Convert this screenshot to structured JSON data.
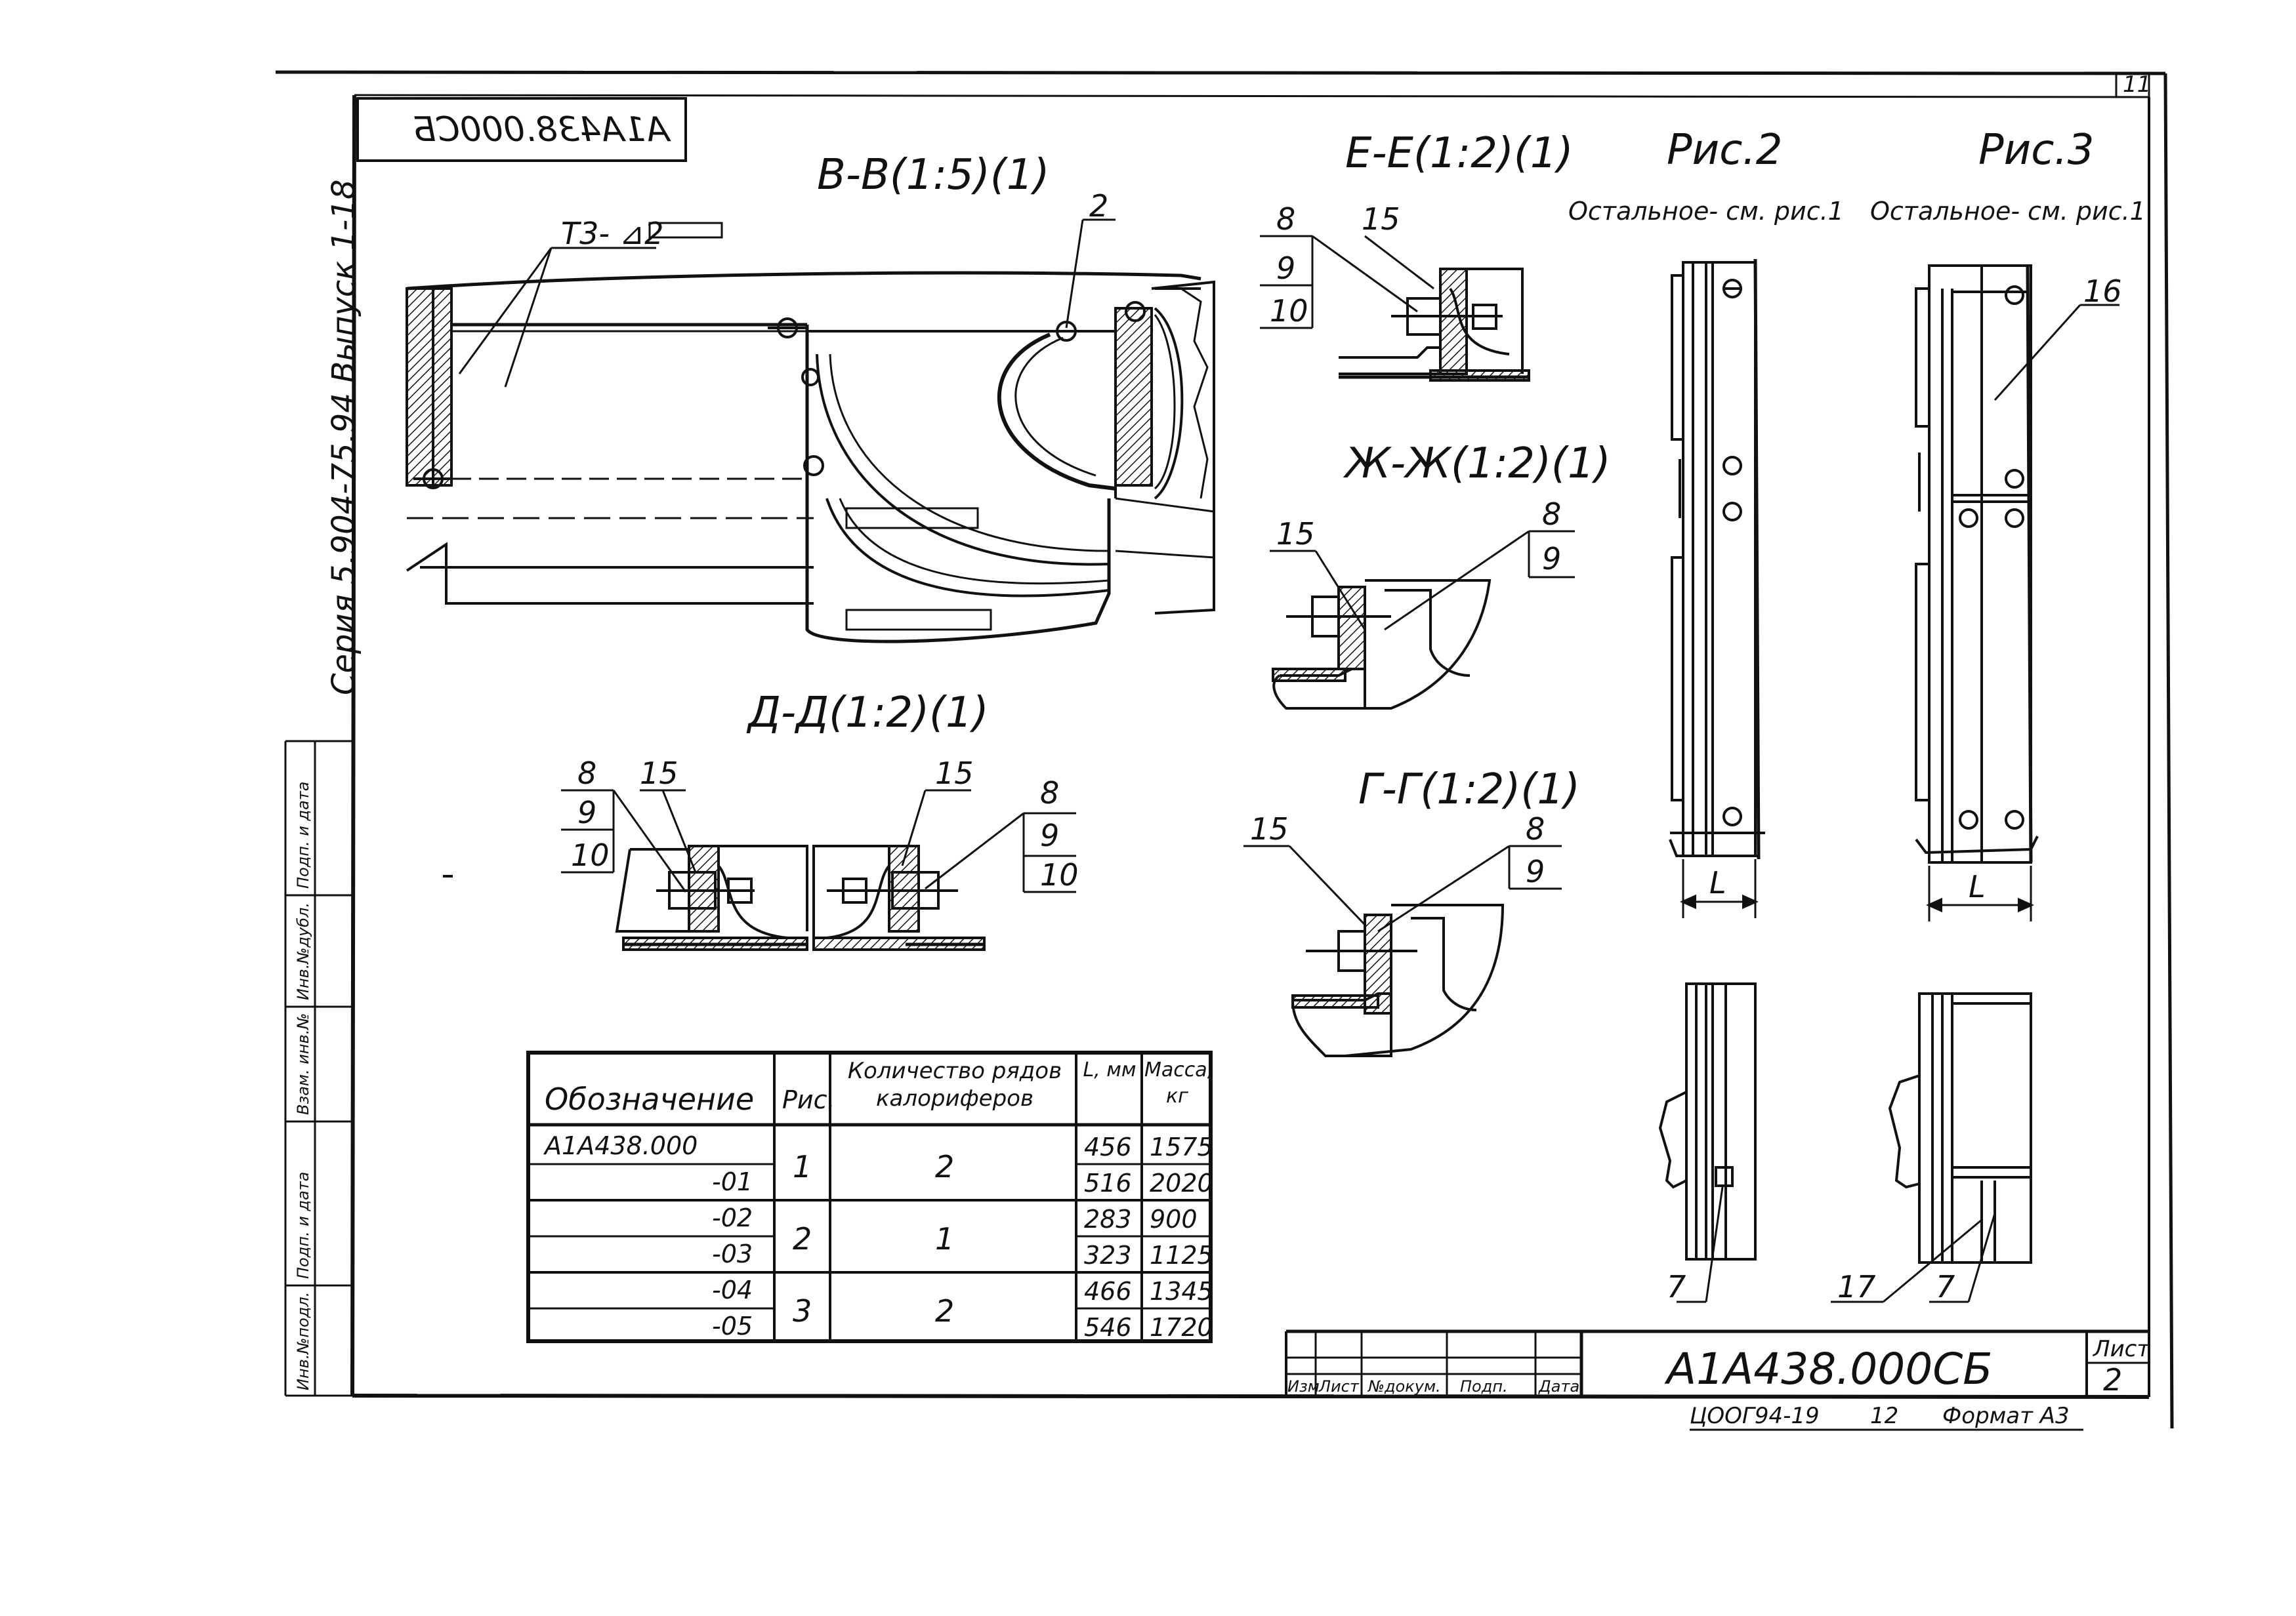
{
  "title_block_code": "А1А438.000СБ",
  "corner_code_mirrored": "А1А438.000СБ",
  "sheet_number": "2",
  "sheet_label": "Лист",
  "top_corner_number": "11",
  "series_text": "Серия 5.904-75.94 Выпуск 1-18",
  "weld_mark": "Т3- ⊿2",
  "footer": {
    "copy_code": "ЦООГ94-19",
    "copy_number": "12",
    "format": "Формат А3"
  },
  "sections": {
    "bb": "В-В(1:5)(1)",
    "dd": "Д-Д(1:2)(1)",
    "ee": "Е-Е(1:2)(1)",
    "zhzh": "Ж-Ж(1:2)(1)",
    "gg": "Г-Г(1:2)(1)"
  },
  "figures": {
    "fig2": "Рис.2",
    "fig3": "Рис.3",
    "fig2_note": "Остальное- см. рис.1",
    "fig3_note": "Остальное- см. рис.1",
    "dim_l": "L"
  },
  "callouts": {
    "bb_2": "2",
    "dd_left": [
      "8",
      "15",
      "9",
      "10"
    ],
    "dd_right": [
      "15",
      "8",
      "9",
      "10"
    ],
    "ee": [
      "8",
      "15",
      "9",
      "10"
    ],
    "zhzh": [
      "15",
      "8",
      "9"
    ],
    "gg": [
      "15",
      "8",
      "9"
    ],
    "fig3_16": "16",
    "fig2_7": "7",
    "fig3_17": "17",
    "fig3_7": "7"
  },
  "stamp_columns": [
    "Изм",
    "Лист",
    "№докум.",
    "Подп.",
    "Дата"
  ],
  "side_stamp": [
    "Инв.№подл.",
    "Подп. и дата",
    "Взам. инв.№",
    "Инв.№дубл.",
    "Подп. и дата"
  ],
  "table": {
    "headers": {
      "designation": "Обозначение",
      "fig": "Рис.",
      "rows_count": "Количество рядов калориферов",
      "length": "L, мм",
      "mass": "Масса, кг"
    },
    "rows": [
      {
        "designation": "А1А438.000",
        "length": "456",
        "mass": "1575"
      },
      {
        "designation": "-01",
        "length": "516",
        "mass": "2020"
      },
      {
        "designation": "-02",
        "length": "283",
        "mass": "900"
      },
      {
        "designation": "-03",
        "length": "323",
        "mass": "1125"
      },
      {
        "designation": "-04",
        "length": "466",
        "mass": "1345"
      },
      {
        "designation": "-05",
        "length": "546",
        "mass": "1720"
      }
    ],
    "groups": [
      {
        "fig": "1",
        "rows_count": "2"
      },
      {
        "fig": "2",
        "rows_count": "1"
      },
      {
        "fig": "3",
        "rows_count": "2"
      }
    ]
  }
}
